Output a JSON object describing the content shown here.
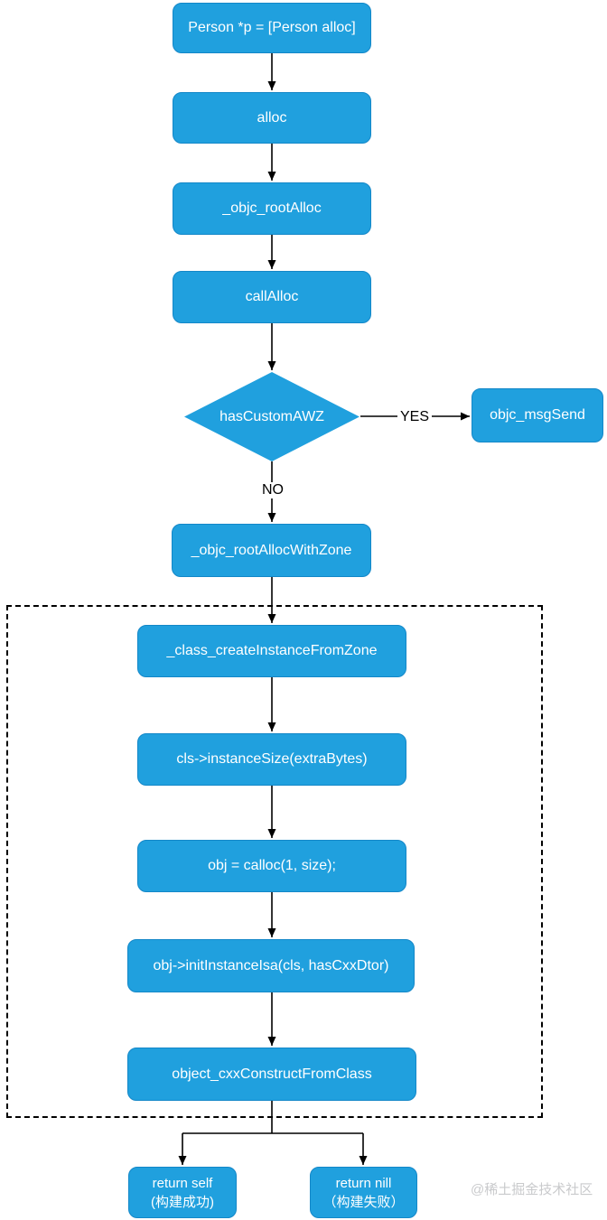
{
  "flowchart": {
    "nodes": {
      "person_alloc": "Person *p = [Person alloc]",
      "alloc": "alloc",
      "objc_root_alloc": "_objc_rootAlloc",
      "call_alloc": "callAlloc",
      "has_custom_awz": "hasCustomAWZ",
      "objc_msg_send": "objc_msgSend",
      "objc_root_alloc_with_zone": "_objc_rootAllocWithZone",
      "class_create_instance_from_zone": "_class_createInstanceFromZone",
      "instance_size": "cls->instanceSize(extraBytes)",
      "calloc": "obj = calloc(1, size);",
      "init_instance_isa": "obj->initInstanceIsa(cls, hasCxxDtor)",
      "object_cxx_construct": "object_cxxConstructFromClass",
      "return_self_line1": "return self",
      "return_self_line2": "(构建成功)",
      "return_nill_line1": "return nill",
      "return_nill_line2": "（构建失败）"
    },
    "edge_labels": {
      "yes": "YES",
      "no": "NO"
    },
    "colors": {
      "node_fill": "#20A0DE",
      "node_border": "#1387C8",
      "node_text": "#FFFFFF",
      "edge": "#000000",
      "dashed_group_border": "#000000",
      "watermark": "#C9CACC"
    },
    "watermark": "@稀土掘金技术社区"
  }
}
